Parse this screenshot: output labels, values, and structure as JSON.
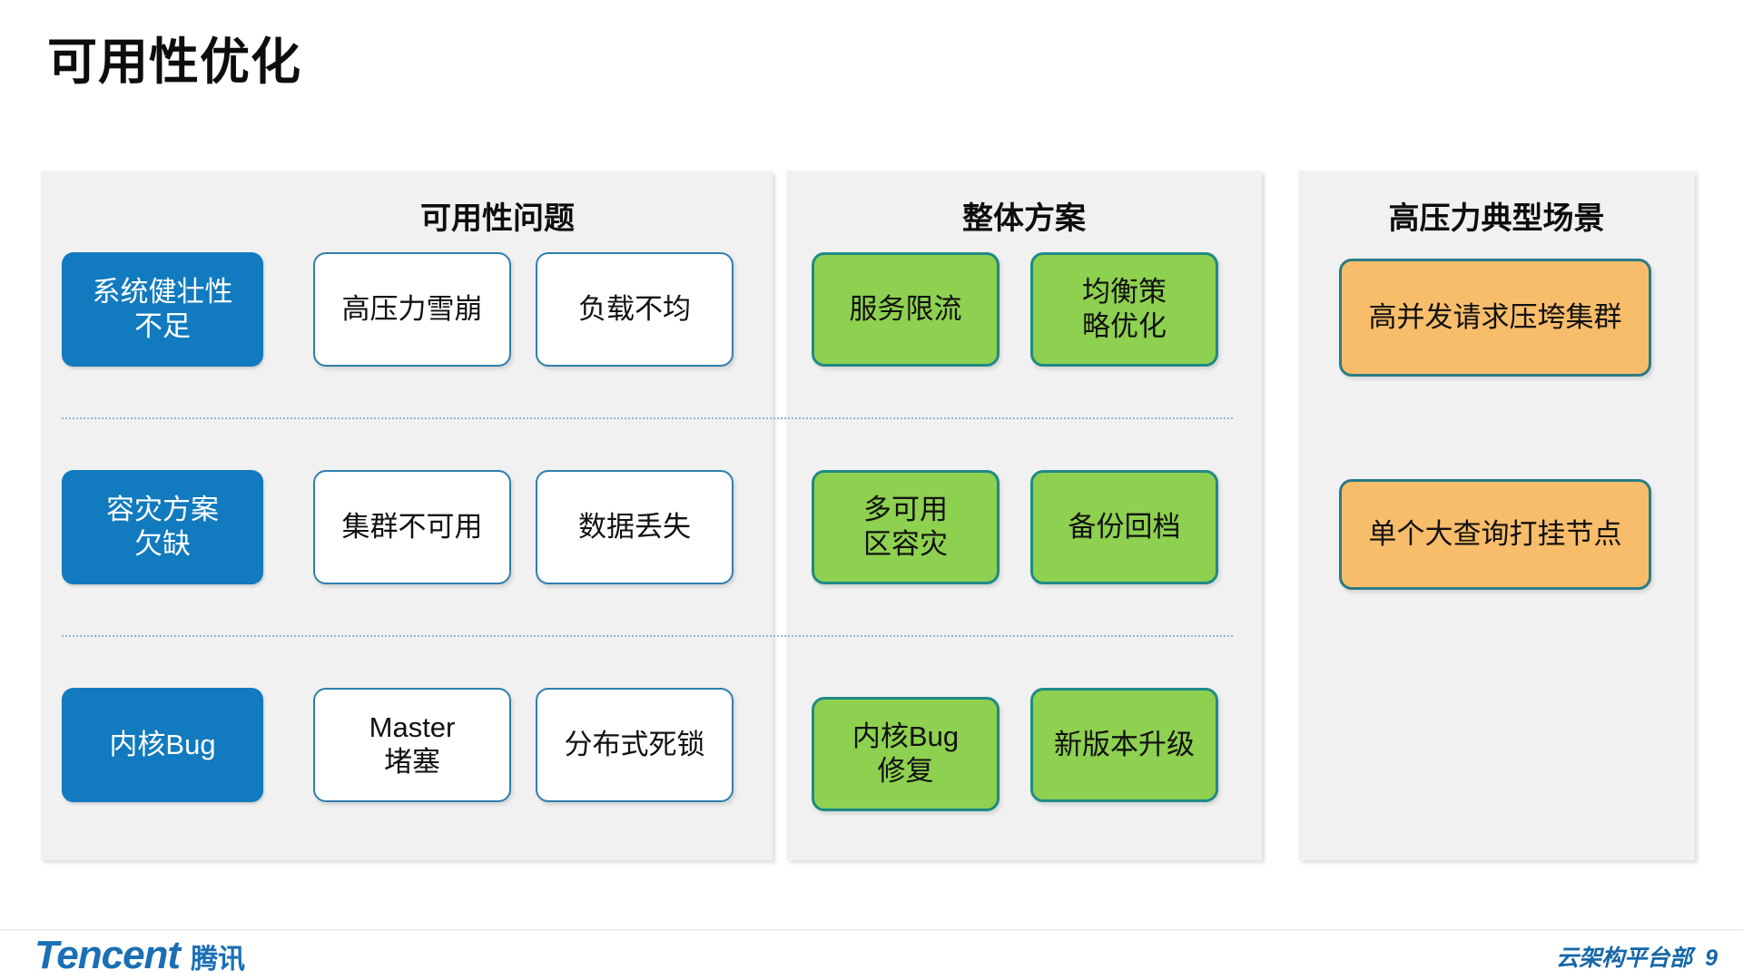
{
  "slide": {
    "title": "可用性优化",
    "page_number": "9"
  },
  "colors": {
    "panel_bg": "#f1f1f1",
    "category_blue": "#127ABE",
    "issue_border": "#2e7fae",
    "solution_green": "#8ed04f",
    "solution_border": "#1f8a86",
    "scenario_orange": "#f8bd6a",
    "scenario_border": "#2b7b85",
    "divider_dotted": "#8fb4d9",
    "brand_blue": "#1a6fb5"
  },
  "panels": [
    {
      "id": "problems",
      "header": "可用性问题",
      "rows": [
        {
          "category": "系统健壮性\n不足",
          "issues": [
            "高压力雪崩",
            "负载不均"
          ]
        },
        {
          "category": "容灾方案\n欠缺",
          "issues": [
            "集群不可用",
            "数据丢失"
          ]
        },
        {
          "category": "内核Bug",
          "issues": [
            "Master\n堵塞",
            "分布式死锁"
          ]
        }
      ]
    },
    {
      "id": "solution",
      "header": "整体方案",
      "rows": [
        {
          "items": [
            "服务限流",
            "均衡策\n略优化"
          ]
        },
        {
          "items": [
            "多可用\n区容灾",
            "备份回档"
          ]
        },
        {
          "items": [
            "内核Bug\n修复",
            "新版本升级"
          ]
        }
      ]
    },
    {
      "id": "scenario",
      "header": "高压力典型场景",
      "items": [
        "高并发请求压垮集群",
        "单个大查询打挂节点"
      ]
    }
  ],
  "footer": {
    "brand_wordmark": "Tencent",
    "brand_cn": "腾讯",
    "department": "云架构平台部",
    "page_number": "9"
  }
}
